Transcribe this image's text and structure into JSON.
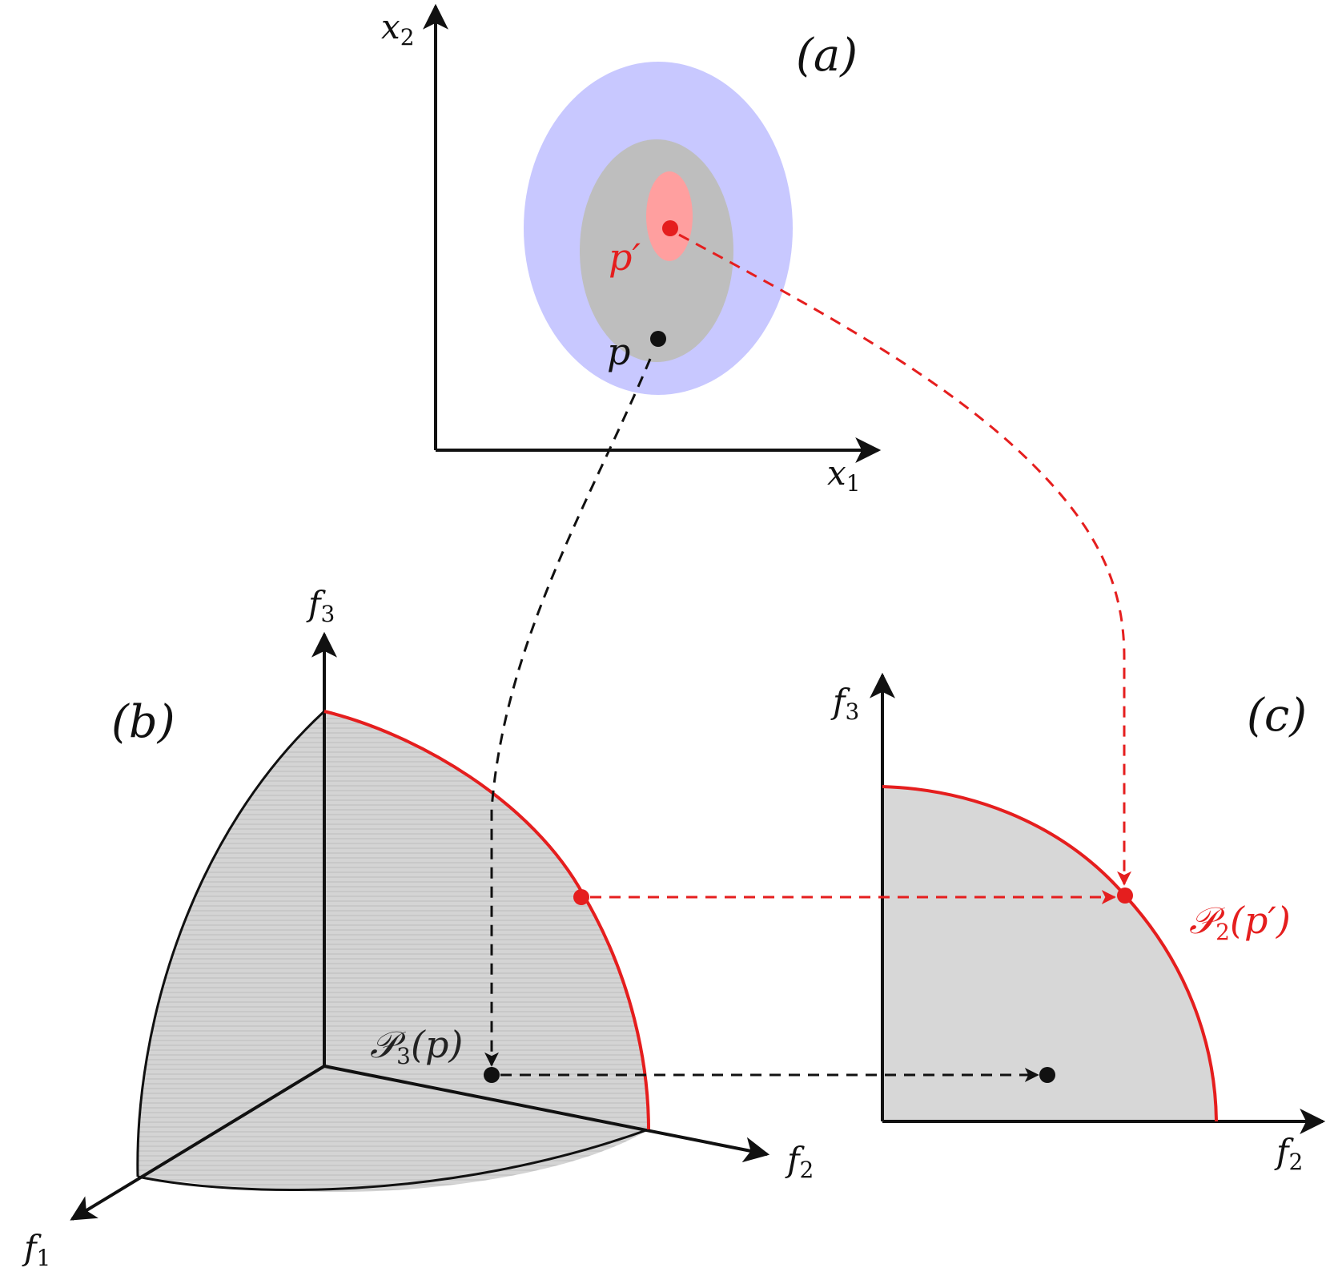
{
  "colors": {
    "outer_region": "#c8c8ff",
    "middle_region": "#bebebe",
    "inner_region": "#ff9f9f",
    "red": "#e51e1e",
    "black": "#111111",
    "front_fill": "#d7d7d7"
  },
  "panel_a": {
    "label": "(a)",
    "x_axis_var": "x",
    "x_axis_sub": "1",
    "y_axis_var": "x",
    "y_axis_sub": "2",
    "point_p": "p",
    "point_p_prime": "p′"
  },
  "panel_b": {
    "label": "(b)",
    "axis_f1_var": "f",
    "axis_f1_sub": "1",
    "axis_f2_var": "f",
    "axis_f2_sub": "2",
    "axis_f3_var": "f",
    "axis_f3_sub": "3",
    "point_label_head": "𝒫",
    "point_label_sub": "3",
    "point_label_tail": "(p)"
  },
  "panel_c": {
    "label": "(c)",
    "axis_f2_var": "f",
    "axis_f2_sub": "2",
    "axis_f3_var": "f",
    "axis_f3_sub": "3",
    "point_label_head": "𝒫",
    "point_label_sub": "2",
    "point_label_tail": "(p′)"
  }
}
